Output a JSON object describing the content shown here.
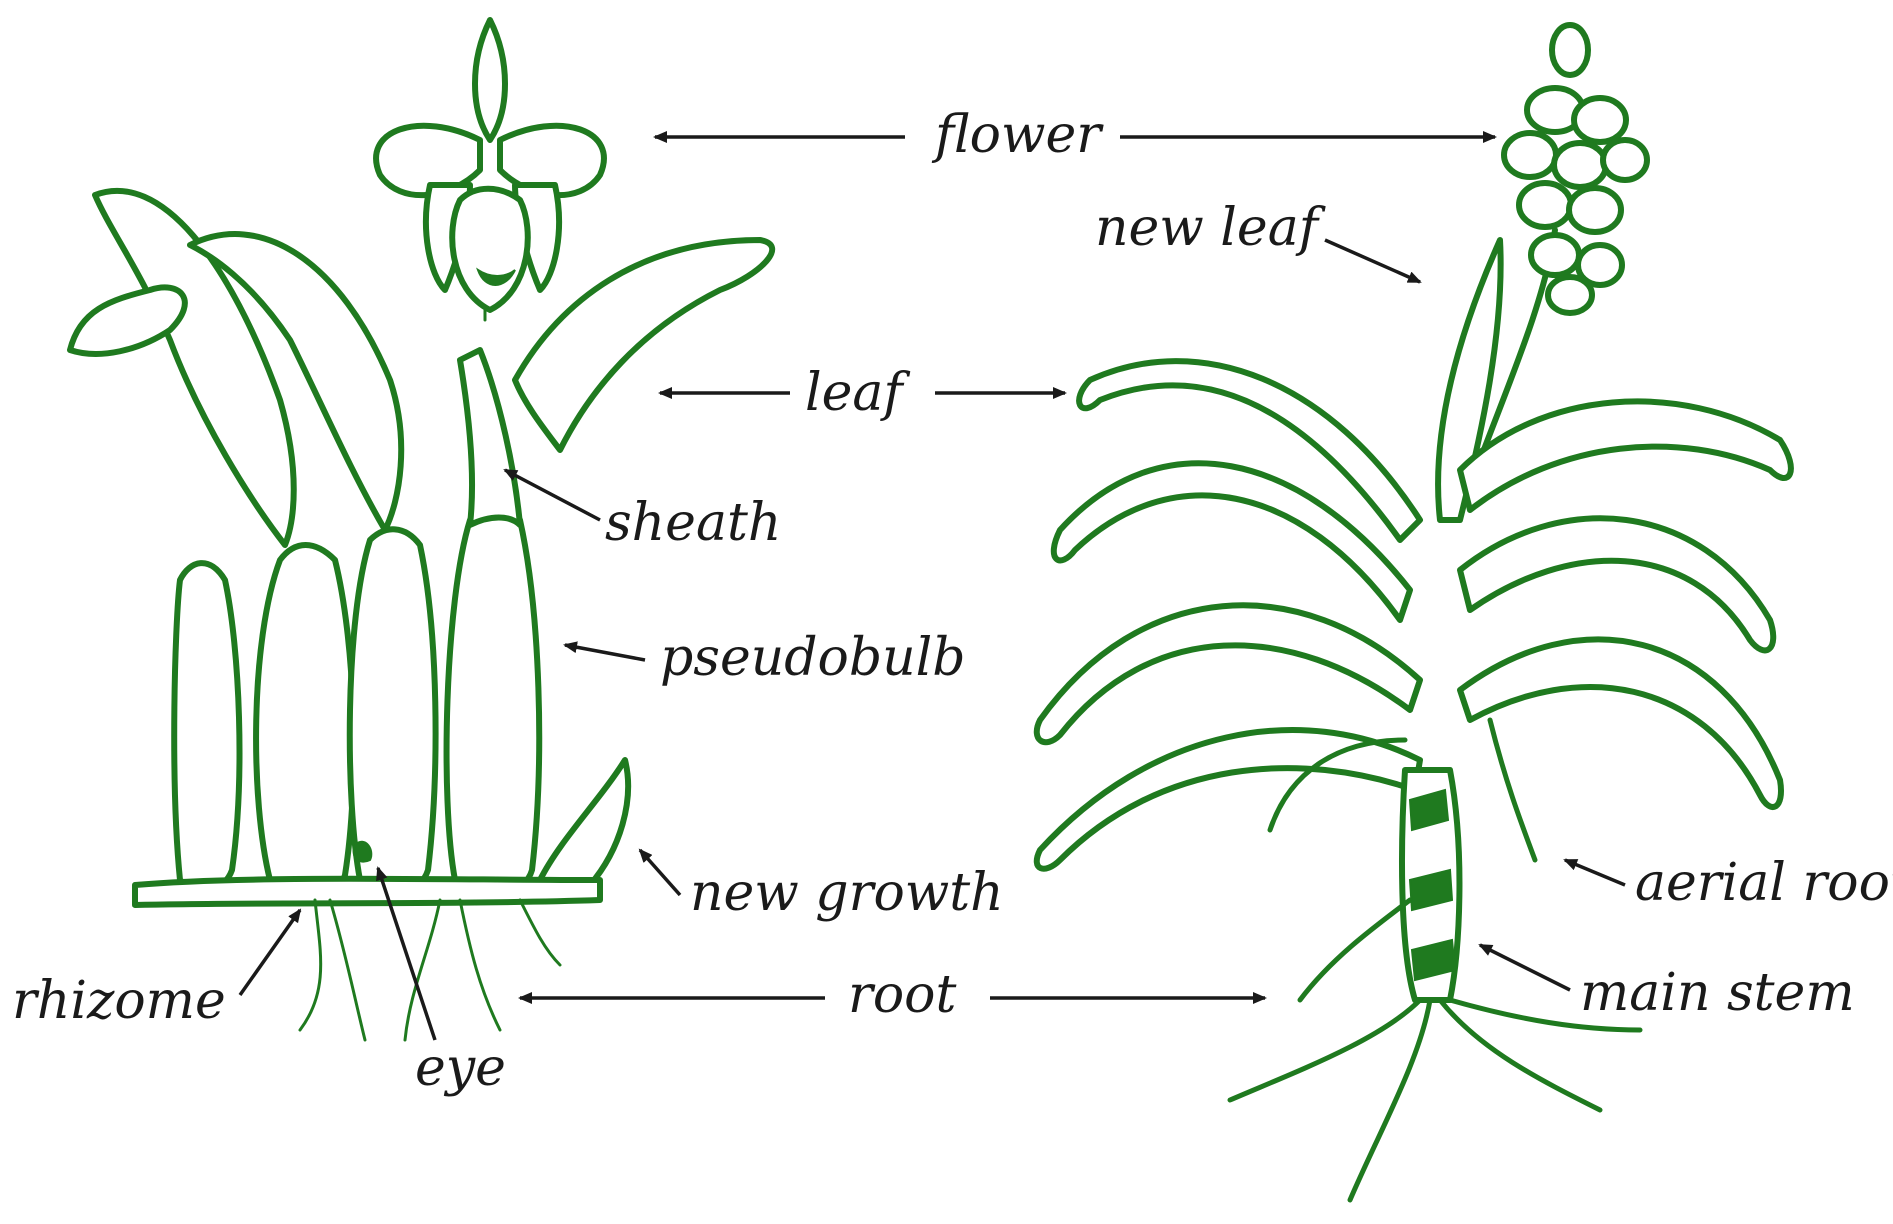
{
  "labels": {
    "flower": "flower",
    "new_leaf": "new leaf",
    "leaf": "leaf",
    "sheath": "sheath",
    "pseudobulb": "pseudobulb",
    "new_growth": "new growth",
    "aerial_root": "aerial root",
    "main_stem": "main stem",
    "rhizome": "rhizome",
    "root": "root",
    "eye": "eye"
  },
  "colors": {
    "plant": "#1f7a1f",
    "text": "#1a1a1a",
    "background": "#ffffff"
  }
}
